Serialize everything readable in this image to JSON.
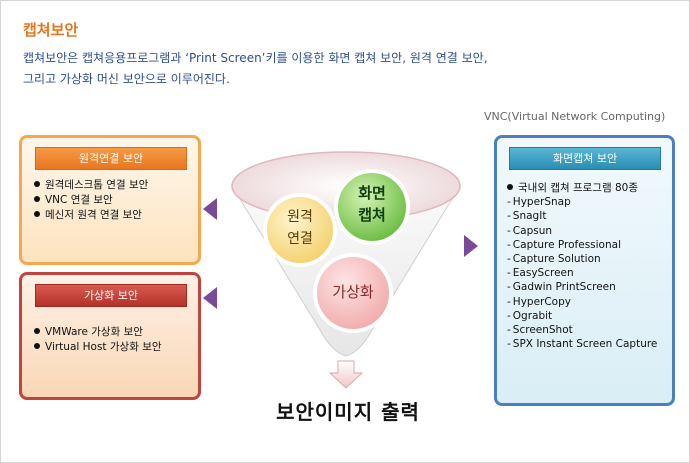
{
  "header": {
    "title": "캡쳐보안",
    "desc_line1": "캡쳐보안은 캡쳐응용프로그램과 ‘Print Screen’키를 이용한 화면 캡쳐 보안, 원격 연결 보안,",
    "desc_line2": "그리고 가상화 머신 보안으로 이루어진다."
  },
  "vnc_label": "VNC(Virtual Network Computing)",
  "remote_panel": {
    "header": "원격연결 보안",
    "items": [
      "원격데스크톱 연결 보안",
      "VNC 연결 보안",
      "메신저 원격 연결 보안"
    ]
  },
  "virtual_panel": {
    "header": "가상화 보안",
    "items": [
      "VMWare 가상화 보안",
      "Virtual Host 가상화 보안"
    ]
  },
  "capture_panel": {
    "header": "화면캡쳐 보안",
    "lead": "국내외 캡쳐 프로그램 80종",
    "items": [
      "HyperSnap",
      "SnagIt",
      "Capsun",
      "Capture Professional",
      "Capture Solution",
      "EasyScreen",
      "Gadwin PrintScreen",
      "HyperCopy",
      "Ograbit",
      "ScreenShot",
      "SPX Instant Screen Capture"
    ]
  },
  "circles": {
    "remote": [
      "원격",
      "연결"
    ],
    "capture": [
      "화면",
      "캡쳐"
    ],
    "virtual": "가상화"
  },
  "output_label": "보안이미지 출력",
  "colors": {
    "title": "#e8761f",
    "orange": "#f6a74f",
    "red": "#c0453f",
    "blue": "#4b7fc0",
    "arrow": "#7a4a9a"
  }
}
